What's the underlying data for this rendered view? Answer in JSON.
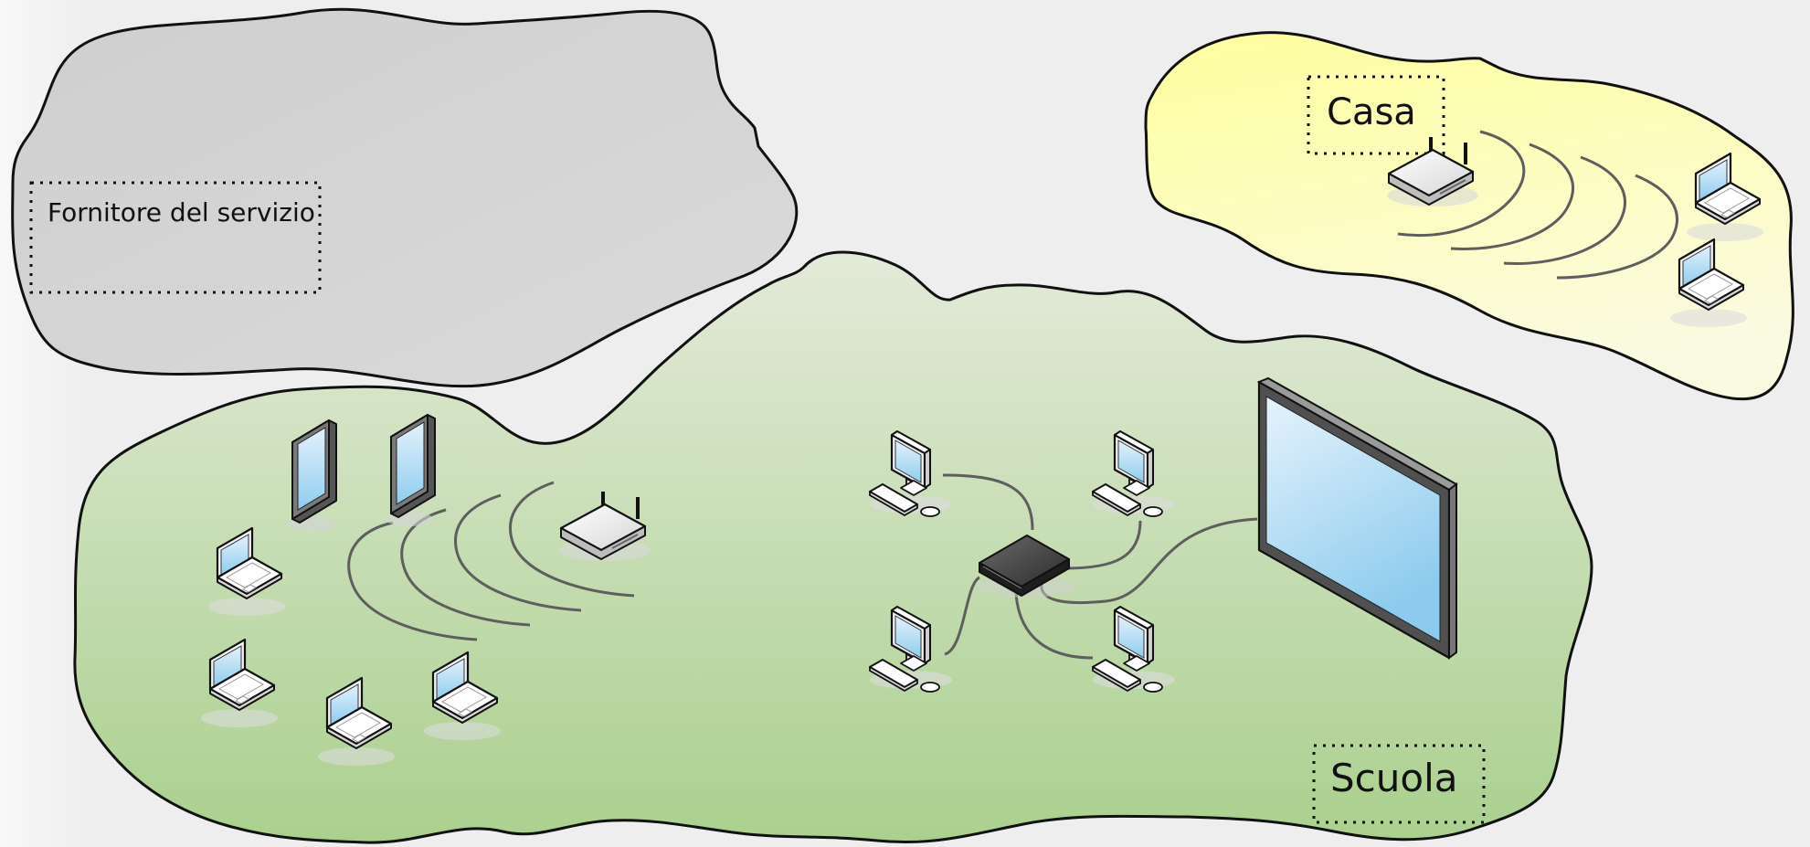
{
  "zones": {
    "provider": {
      "label": "Fornitore del servizio",
      "color": "#d3d3d3"
    },
    "home": {
      "label": "Casa",
      "color_top": "#ffff9e",
      "color_bottom": "#fafae0"
    },
    "school": {
      "label": "Scuola",
      "color_top": "#e3ead9",
      "color_bottom": "#aad08e"
    }
  },
  "devices": {
    "screen_color_top": "#e3f1fb",
    "screen_color_bottom": "#8fcdef",
    "switch_color": "#3a3a3a",
    "router_color": "#e8e8e8"
  },
  "icons": [
    "router-icon",
    "laptop-icon",
    "tablet-icon",
    "desktop-computer-icon",
    "network-switch-icon",
    "interactive-whiteboard-icon",
    "wifi-waves-icon"
  ]
}
